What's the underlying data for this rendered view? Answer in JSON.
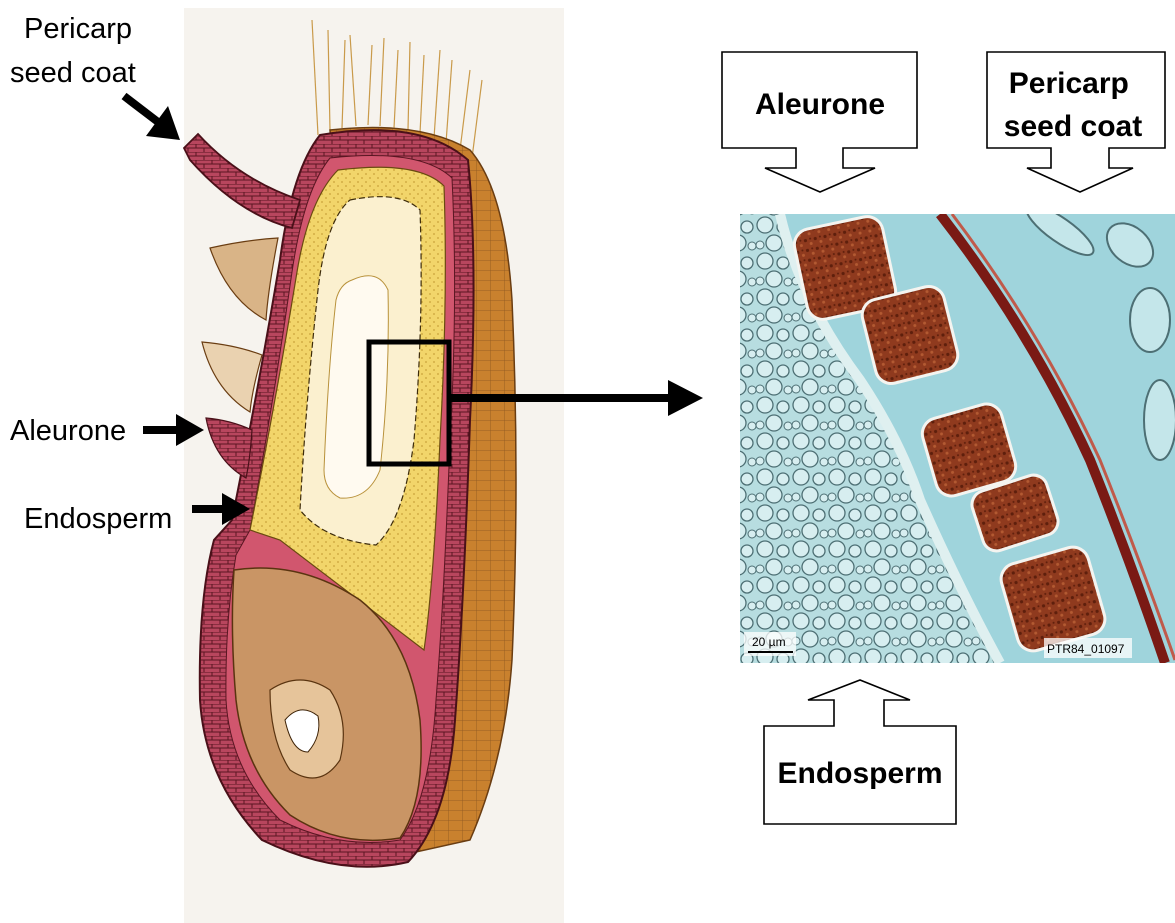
{
  "left_labels": {
    "pericarp_line1": "Pericarp",
    "pericarp_line2": "seed coat",
    "aleurone": "Aleurone",
    "endosperm": "Endosperm"
  },
  "callouts": {
    "aleurone": "Aleurone",
    "pericarp_line1": "Pericarp",
    "pericarp_line2": "seed coat",
    "endosperm": "Endosperm"
  },
  "micrograph": {
    "scale_bar": "20 µm",
    "image_id": "PTR84_01097"
  },
  "colors": {
    "pericarp": "#b8465e",
    "endosperm": "#f2d56a",
    "starch_inner": "#fbf0cf",
    "brown_outer": "#c9812e",
    "embryo": "#c99565",
    "micro_bg": "#9fd4dc",
    "aleurone_cell": "#8a3a1c"
  }
}
